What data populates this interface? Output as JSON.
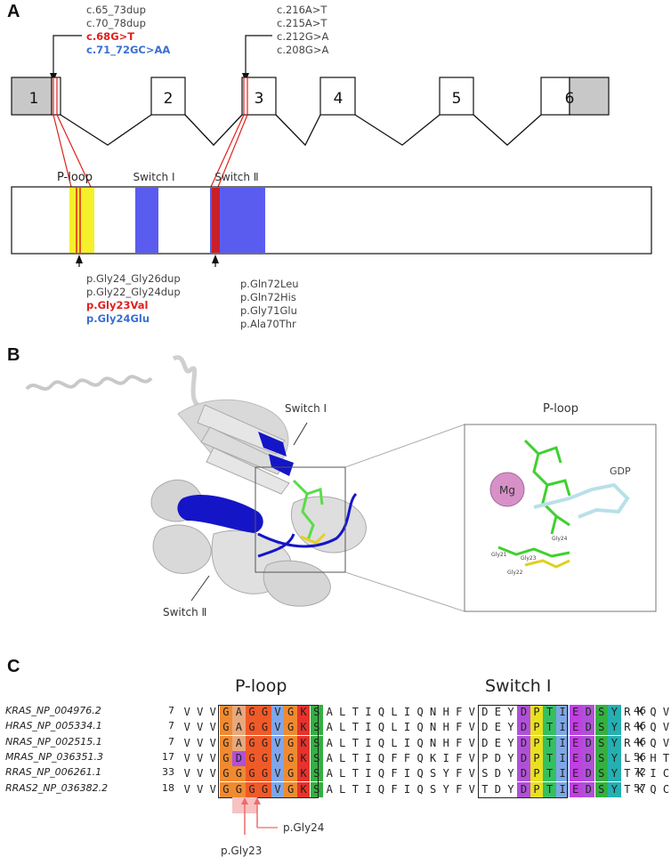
{
  "panels": {
    "a": "A",
    "b": "B",
    "c": "C"
  },
  "panelA": {
    "exons": [
      "1",
      "2",
      "3",
      "4",
      "5",
      "6"
    ],
    "mutations_left": [
      {
        "text": "c.65_73dup",
        "style": "normal"
      },
      {
        "text": "c.70_78dup",
        "style": "normal"
      },
      {
        "text": "c.68G>T",
        "style": "red"
      },
      {
        "text": "c.71_72GC>AA",
        "style": "blue"
      }
    ],
    "mutations_right": [
      {
        "text": "c.216A>T",
        "style": "normal"
      },
      {
        "text": "c.215A>T",
        "style": "normal"
      },
      {
        "text": "c.212G>A",
        "style": "normal"
      },
      {
        "text": "c.208G>A",
        "style": "normal"
      }
    ],
    "domain_labels": {
      "ploop": "P-loop",
      "switch1": "Switch Ⅰ",
      "switch2": "Switch Ⅱ"
    },
    "protein_left": [
      {
        "text": "p.Gly24_Gly26dup",
        "style": "normal"
      },
      {
        "text": "p.Gly22_Gly24dup",
        "style": "normal"
      },
      {
        "text": "p.Gly23Val",
        "style": "red"
      },
      {
        "text": "p.Gly24Glu",
        "style": "blue"
      }
    ],
    "protein_right": [
      {
        "text": "p.Gln72Leu",
        "style": "normal"
      },
      {
        "text": "p.Gln72His",
        "style": "normal"
      },
      {
        "text": "p.Gly71Glu",
        "style": "normal"
      },
      {
        "text": "p.Ala70Thr",
        "style": "normal"
      }
    ]
  },
  "panelB": {
    "switch1_label": "Switch Ⅰ",
    "switch2_label": "Switch Ⅱ",
    "inset_title": "P-loop",
    "mg_label": "Mg",
    "gdp_label": "GDP",
    "residues": [
      "Gly24",
      "Gly21",
      "Gly23",
      "Gly22"
    ]
  },
  "panelC": {
    "header_ploop": "P-loop",
    "header_switch1": "Switch Ⅰ",
    "rows": [
      {
        "name": "KRAS_NP_004976.2",
        "start": "7",
        "seq": "VVVGAGGVGKSALTIQLIQNHFVDEYDPTIEDSYRKQVVI",
        "end": "46"
      },
      {
        "name": "HRAS_NP_005334.1",
        "start": "7",
        "seq": "VVVGAGGVGKSALTIQLIQNHFVDEYDPTIEDSYRKQVVI",
        "end": "46"
      },
      {
        "name": "NRAS_NP_002515.1",
        "start": "7",
        "seq": "VVVGAGGVGKSALTIQLIQNHFVDEYDPTIEDSYRKQVVI",
        "end": "46"
      },
      {
        "name": "MRAS_NP_036351.3",
        "start": "17",
        "seq": "VVVGDGGVGKSALTIQFFQKIFVPDYDPTIEDSYLKHTEI",
        "end": "56"
      },
      {
        "name": "RRAS_NP_006261.1",
        "start": "33",
        "seq": "VVVGGGGVGKSALTIQFIQSYFVSDYDPTIEDSYTKICSV",
        "end": "72"
      },
      {
        "name": "RRAS2_NP_036382.2",
        "start": "18",
        "seq": "VVVGGGGVGKSALTIQFIQSYFVTDYDPTIEDSYTKQCVI",
        "end": "57"
      }
    ],
    "arrow_labels": {
      "gly23": "p.Gly23",
      "gly24": "p.Gly24"
    },
    "colors": {
      "G": "#f08a30",
      "A": "#e8a87c",
      "V": "#7fa6e8",
      "K": "#e8322b",
      "S": "#34b040",
      "D": "#b050d8",
      "P": "#e8e020",
      "T": "#34c060",
      "I": "#7fa6e8",
      "E": "#c040e0",
      "Y": "#25b0b0",
      "ploop_G": "#f05a28",
      "gly_arrow": "#f06a6a"
    }
  }
}
